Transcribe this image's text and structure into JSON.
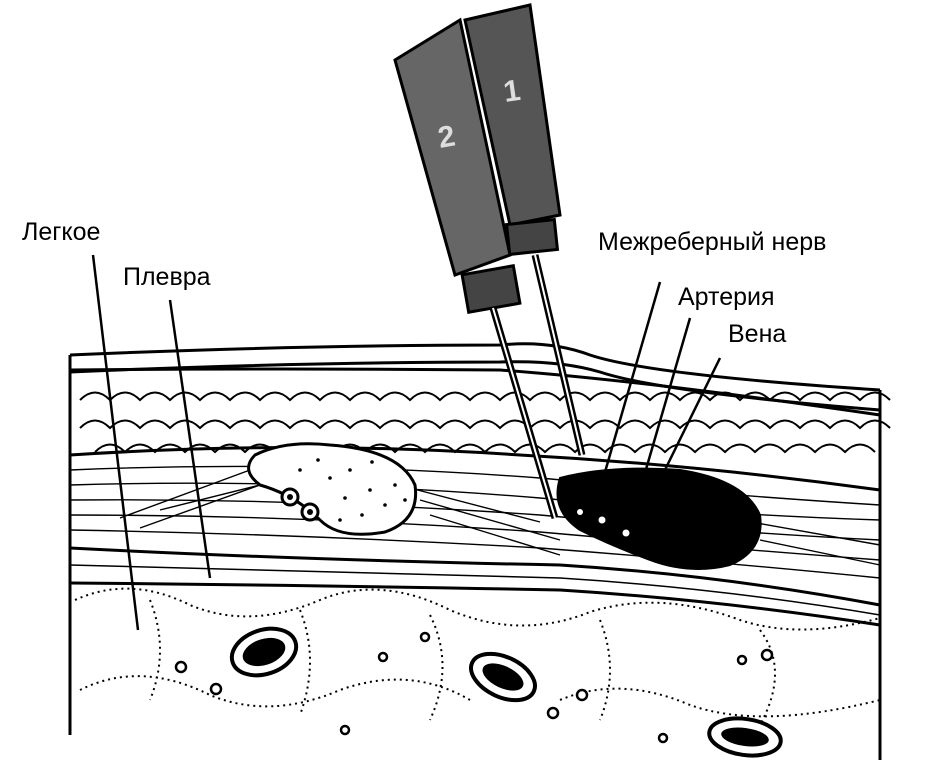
{
  "labels": {
    "lung": "Легкое",
    "pleura": "Плевра",
    "intercostal_nerve": "Межреберный нерв",
    "artery": "Артерия",
    "vein": "Вена"
  },
  "needle_numbers": {
    "needle_1": "1",
    "needle_2": "2"
  },
  "colors": {
    "ink": "#000000",
    "background": "#ffffff"
  }
}
